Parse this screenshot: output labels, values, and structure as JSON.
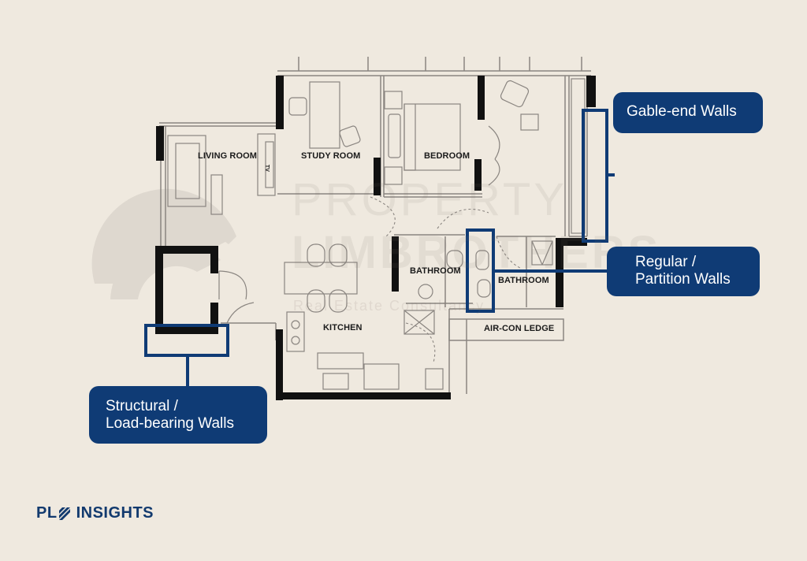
{
  "rooms": {
    "living_room": "LIVING ROOM",
    "study_room": "STUDY ROOM",
    "bedroom": "BEDROOM",
    "bathroom_1": "BATHROOM",
    "bathroom_2": "BATHROOM",
    "kitchen": "KITCHEN",
    "aircon_ledge": "AIR-CON LEDGE",
    "tv": "TV"
  },
  "callouts": {
    "gable_end": "Gable-end Walls",
    "partition_line1": "Regular /",
    "partition_line2": "Partition Walls",
    "structural_line1": "Structural /",
    "structural_line2": "Load-bearing Walls"
  },
  "watermark": {
    "brand_line1": "PROPERTY",
    "brand_line2": "LIMBROTHERS",
    "tagline": "Real Estate Consultancy"
  },
  "logo": {
    "letters": "PL",
    "word": "INSIGHTS"
  },
  "colors": {
    "background": "#efe9df",
    "accent_blue": "#0f3b75",
    "wall_black": "#111111",
    "line_grey": "#8a8580"
  }
}
